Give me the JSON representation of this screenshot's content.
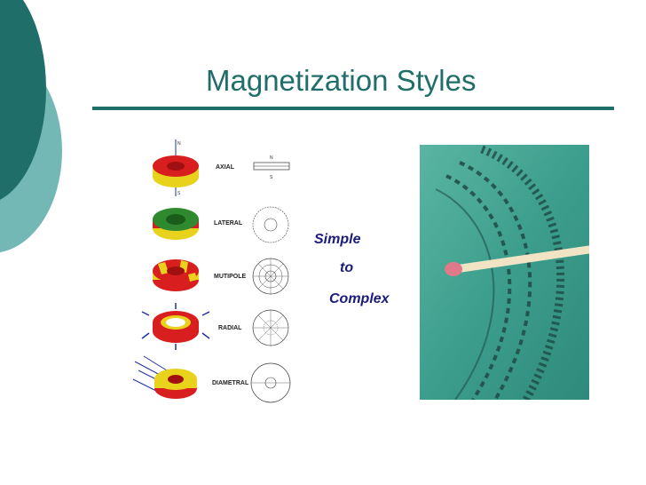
{
  "slide": {
    "title": "Magnetization Styles",
    "stack": {
      "line1": "Simple",
      "line2": "to",
      "line3": "Complex"
    }
  },
  "diagram": {
    "rows": [
      {
        "label": "AXIAL",
        "pole_n": "N",
        "pole_s": "S"
      },
      {
        "label": "LATERAL"
      },
      {
        "label": "MUTIPOLE"
      },
      {
        "label": "RADIAL"
      },
      {
        "label": "DIAMETRAL"
      }
    ]
  },
  "colors": {
    "theme": "#1f6e6a",
    "theme_light": "#74b8b6",
    "stack_text": "#1b1b7a",
    "magnet_red": "#d81e1e",
    "magnet_yellow": "#e8d21c",
    "magnet_green": "#2f8a2f",
    "photo_bg": "#3d9e8d"
  },
  "icons": {
    "corner": "teal-circle-decoration",
    "photo": "multipole-magnetic-pattern-photo"
  }
}
